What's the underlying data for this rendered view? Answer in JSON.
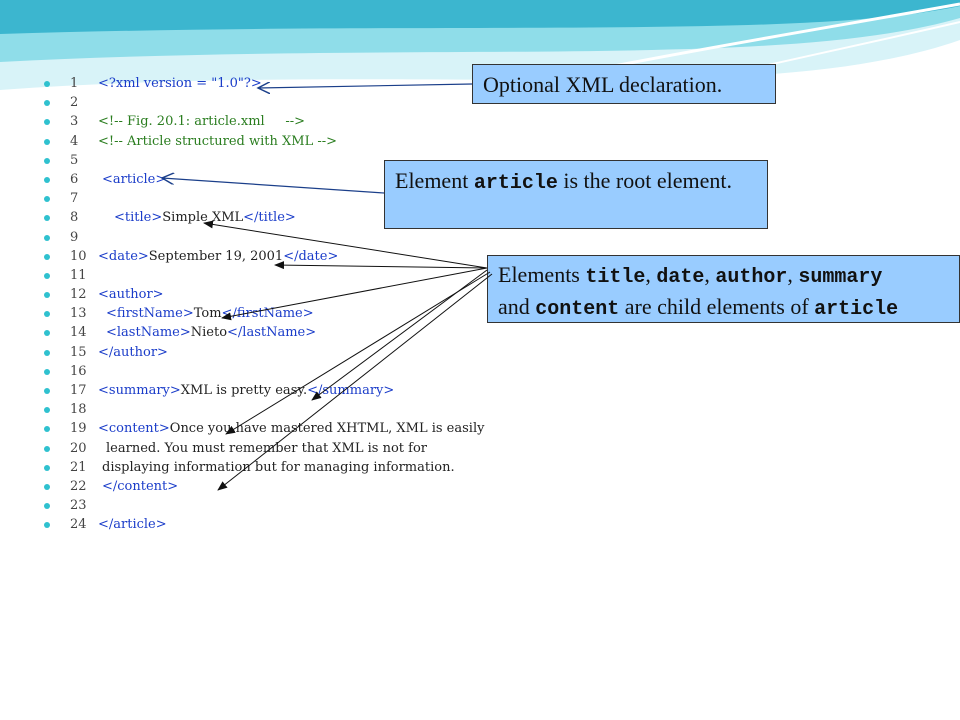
{
  "code_lines": [
    {
      "num": "1",
      "indent": 1,
      "segments": [
        {
          "t": "<?xml version = \"1.0\"?>",
          "k": "tag"
        }
      ]
    },
    {
      "num": "2",
      "indent": 0,
      "segments": []
    },
    {
      "num": "3",
      "indent": 1,
      "segments": [
        {
          "t": "<!-- Fig. 20.1: article.xml     -->",
          "k": "comment"
        }
      ]
    },
    {
      "num": "4",
      "indent": 1,
      "segments": [
        {
          "t": "<!-- Article structured with XML -->",
          "k": "comment"
        }
      ]
    },
    {
      "num": "5",
      "indent": 0,
      "segments": []
    },
    {
      "num": "6",
      "indent": 2,
      "segments": [
        {
          "t": "<article>",
          "k": "tag"
        }
      ]
    },
    {
      "num": "7",
      "indent": 0,
      "segments": []
    },
    {
      "num": "8",
      "indent": 5,
      "segments": [
        {
          "t": "<title>",
          "k": "tag"
        },
        {
          "t": "Simple XML",
          "k": "text"
        },
        {
          "t": "</title>",
          "k": "tag"
        }
      ]
    },
    {
      "num": "9",
      "indent": 0,
      "segments": []
    },
    {
      "num": "10",
      "indent": 1,
      "segments": [
        {
          "t": "<date>",
          "k": "tag"
        },
        {
          "t": "September 19, 2001",
          "k": "text"
        },
        {
          "t": "</date>",
          "k": "tag"
        }
      ]
    },
    {
      "num": "11",
      "indent": 0,
      "segments": []
    },
    {
      "num": "12",
      "indent": 1,
      "segments": [
        {
          "t": "<author>",
          "k": "tag"
        }
      ]
    },
    {
      "num": "13",
      "indent": 3,
      "segments": [
        {
          "t": "<firstName>",
          "k": "tag"
        },
        {
          "t": "Tom",
          "k": "text"
        },
        {
          "t": "</firstName>",
          "k": "tag"
        }
      ]
    },
    {
      "num": "14",
      "indent": 3,
      "segments": [
        {
          "t": "<lastName>",
          "k": "tag"
        },
        {
          "t": "Nieto",
          "k": "text"
        },
        {
          "t": "</lastName>",
          "k": "tag"
        }
      ]
    },
    {
      "num": "15",
      "indent": 1,
      "segments": [
        {
          "t": "</author>",
          "k": "tag"
        }
      ]
    },
    {
      "num": "16",
      "indent": 0,
      "segments": []
    },
    {
      "num": "17",
      "indent": 1,
      "segments": [
        {
          "t": "<summary>",
          "k": "tag"
        },
        {
          "t": "XML is pretty easy.",
          "k": "text"
        },
        {
          "t": "</summary>",
          "k": "tag"
        }
      ]
    },
    {
      "num": "18",
      "indent": 0,
      "segments": []
    },
    {
      "num": "19",
      "indent": 1,
      "segments": [
        {
          "t": "<content>",
          "k": "tag"
        },
        {
          "t": "Once you have mastered XHTML, XML is easily",
          "k": "text"
        }
      ]
    },
    {
      "num": "20",
      "indent": 3,
      "segments": [
        {
          "t": "learned. You must remember that XML is not for",
          "k": "text"
        }
      ]
    },
    {
      "num": "21",
      "indent": 2,
      "segments": [
        {
          "t": "displaying information but for managing information.",
          "k": "text"
        }
      ]
    },
    {
      "num": "22",
      "indent": 2,
      "segments": [
        {
          "t": "</content>",
          "k": "tag"
        }
      ]
    },
    {
      "num": "23",
      "indent": 0,
      "segments": []
    },
    {
      "num": "24",
      "indent": 1,
      "segments": [
        {
          "t": "</article>",
          "k": "tag"
        }
      ]
    }
  ],
  "callouts": {
    "xml_declaration": {
      "segments": [
        {
          "t": "Optional XML declaration.",
          "k": "plain"
        }
      ]
    },
    "root_element": {
      "segments": [
        {
          "t": "Element ",
          "k": "plain"
        },
        {
          "t": "article",
          "k": "code"
        },
        {
          "t": " is the root element.",
          "k": "plain"
        }
      ]
    },
    "child_elements": {
      "segments": [
        {
          "t": "Elements ",
          "k": "plain"
        },
        {
          "t": "title",
          "k": "code"
        },
        {
          "t": ", ",
          "k": "plain"
        },
        {
          "t": "date",
          "k": "code"
        },
        {
          "t": ", ",
          "k": "plain"
        },
        {
          "t": "author",
          "k": "code"
        },
        {
          "t": ", ",
          "k": "plain"
        },
        {
          "t": "summary",
          "k": "code"
        },
        {
          "t": "\n",
          "k": "break"
        },
        {
          "t": "and ",
          "k": "plain"
        },
        {
          "t": "content",
          "k": "code"
        },
        {
          "t": " are child elements of ",
          "k": "plain"
        },
        {
          "t": "article",
          "k": "code"
        }
      ]
    }
  },
  "colors": {
    "bullet": "#2fc1cf",
    "tag": "#1a3cc9",
    "comment": "#2a7d1f",
    "callout_fill": "#99ccff",
    "wave_light": "#d8f3f8",
    "wave_mid": "#8fdde9",
    "wave_dark": "#3cb6cf"
  }
}
